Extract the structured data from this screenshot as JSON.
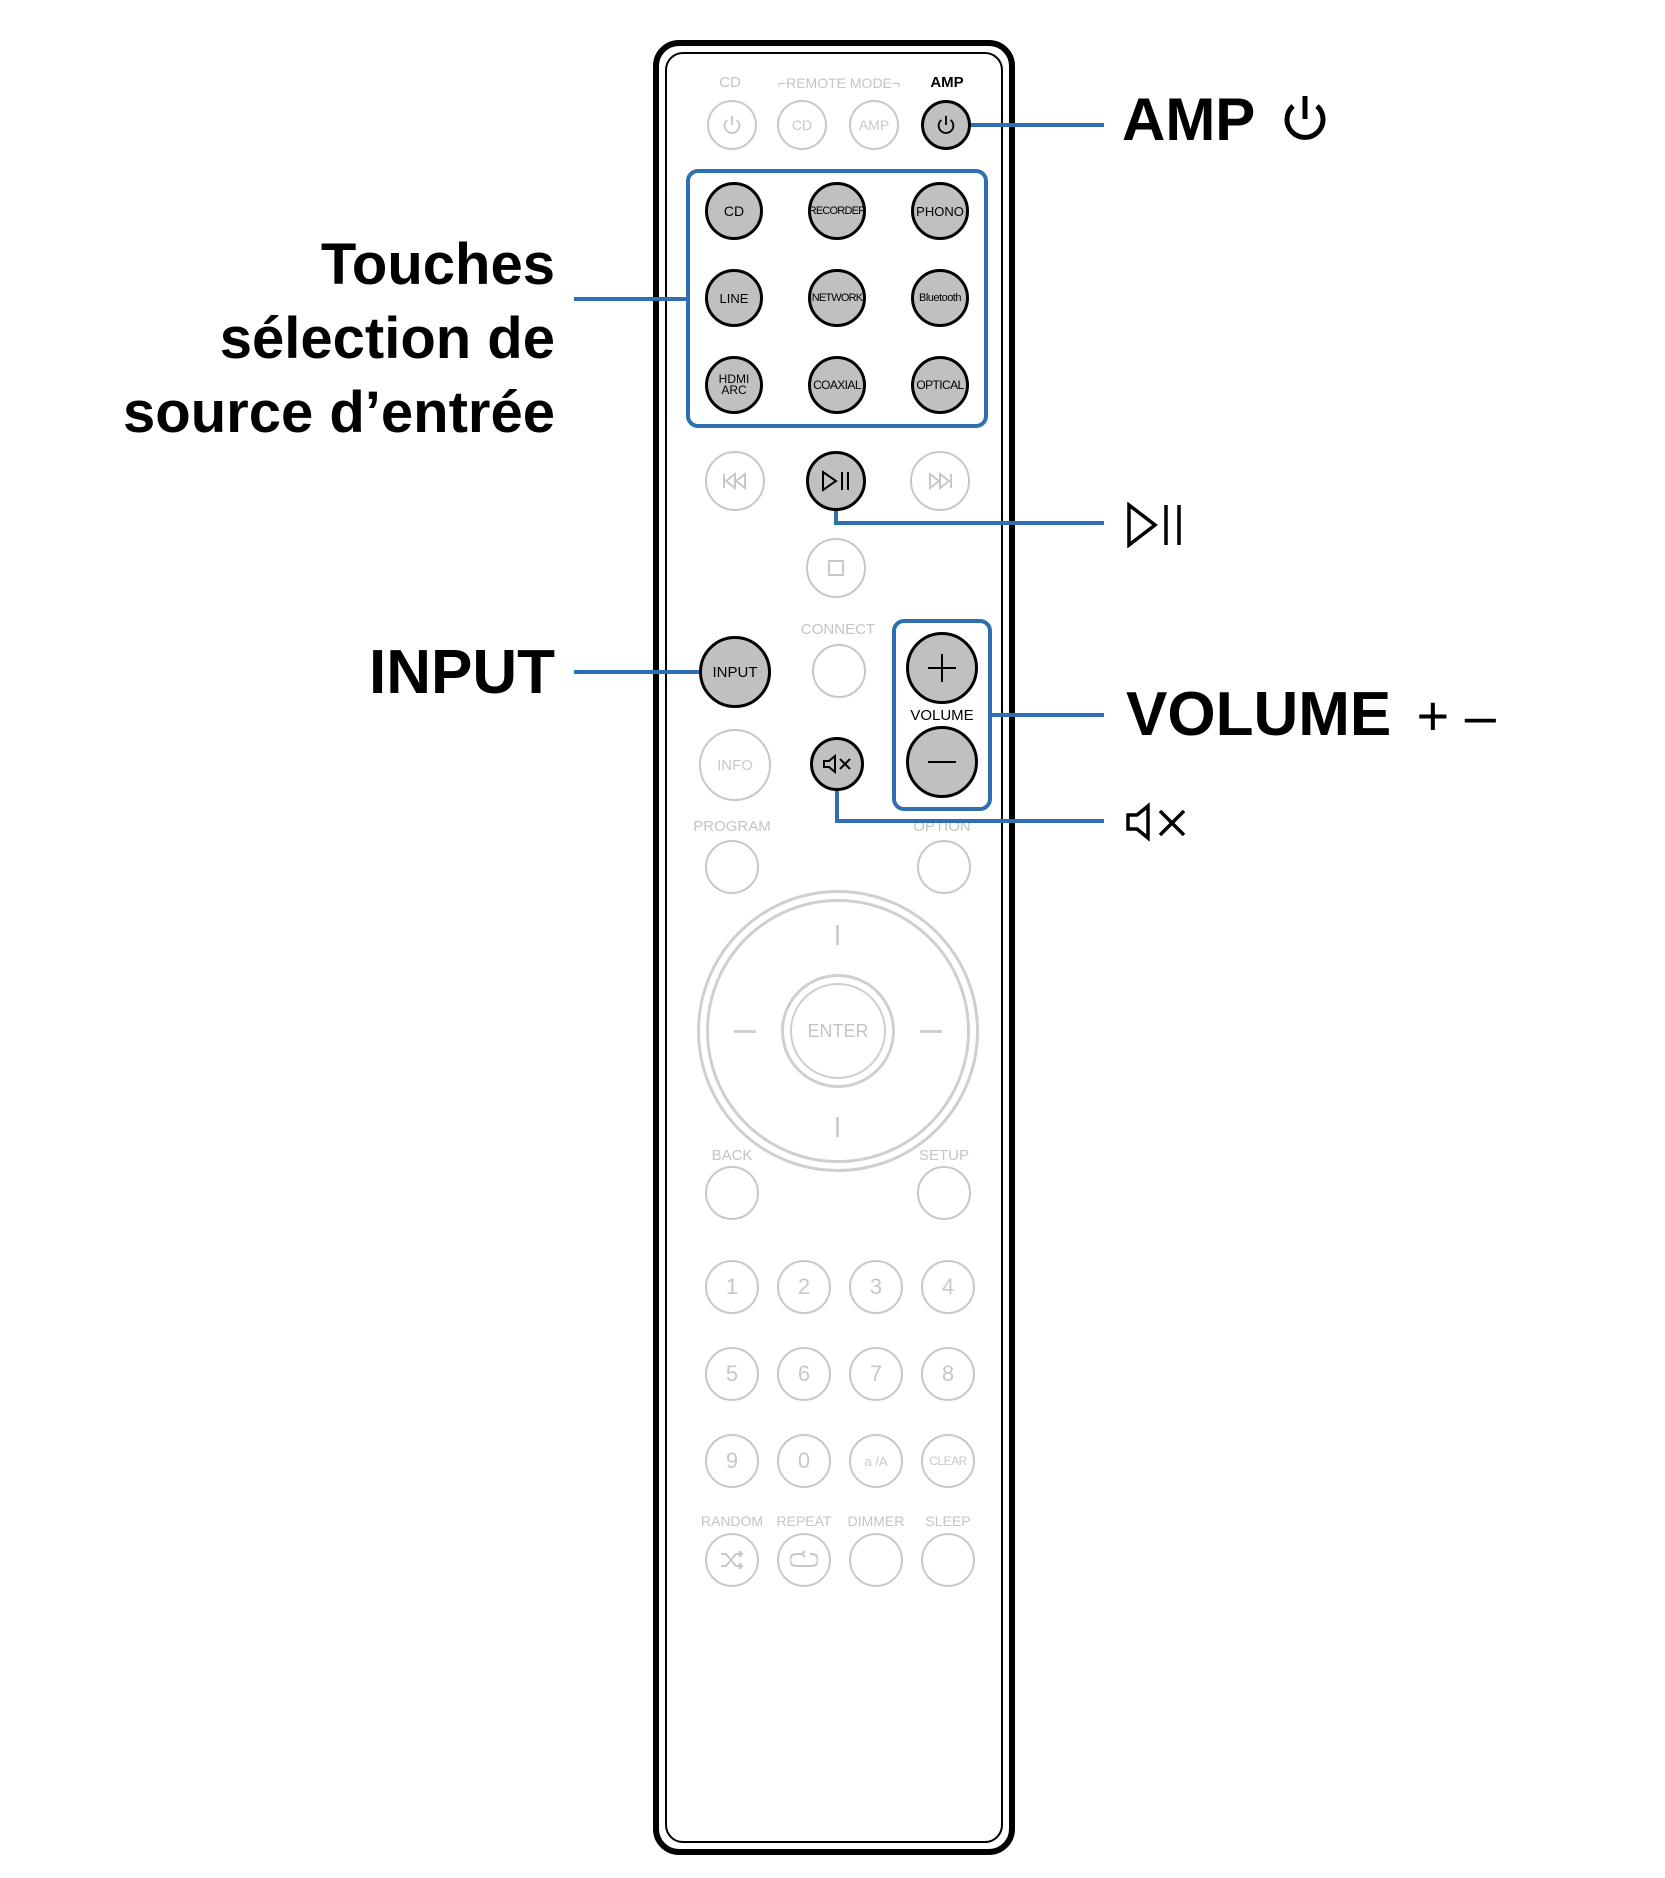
{
  "callouts": {
    "amp": "AMP",
    "sources": [
      "Touches",
      "sélection de",
      "source d’entrée"
    ],
    "input": "INPUT",
    "volume": "VOLUME",
    "volume_signs": "+ –"
  },
  "remote": {
    "top_labels": {
      "cd": "CD",
      "remote_mode": "REMOTE MODE",
      "amp": "AMP"
    },
    "top_buttons": [
      "CD",
      "AMP"
    ],
    "sources": [
      [
        "CD",
        "RECORDER",
        "PHONO"
      ],
      [
        "LINE",
        "NETWORK",
        "Bluetooth"
      ],
      [
        "HDMI ARC",
        "COAXIAL",
        "OPTICAL"
      ]
    ],
    "labels": {
      "connect": "CONNECT",
      "input": "INPUT",
      "volume": "VOLUME",
      "info": "INFO",
      "program": "PROGRAM",
      "option": "OPTION",
      "enter": "ENTER",
      "back": "BACK",
      "setup": "SETUP"
    },
    "numbers": [
      [
        "1",
        "2",
        "3",
        "4"
      ],
      [
        "5",
        "6",
        "7",
        "8"
      ],
      [
        "9",
        "0",
        "a /A",
        "CLEAR"
      ]
    ],
    "bottom_labels": [
      "RANDOM",
      "REPEAT",
      "DIMMER",
      "SLEEP"
    ]
  },
  "colors": {
    "callout_line": "#2e6fb0",
    "highlight_fill": "#c0c0c0",
    "dim_outline": "#c8c8c8"
  },
  "icons": [
    "power-icon",
    "play-pause-icon",
    "skip-back-icon",
    "skip-forward-icon",
    "stop-icon",
    "mute-icon",
    "plus-icon",
    "minus-icon",
    "shuffle-icon",
    "repeat-icon"
  ]
}
